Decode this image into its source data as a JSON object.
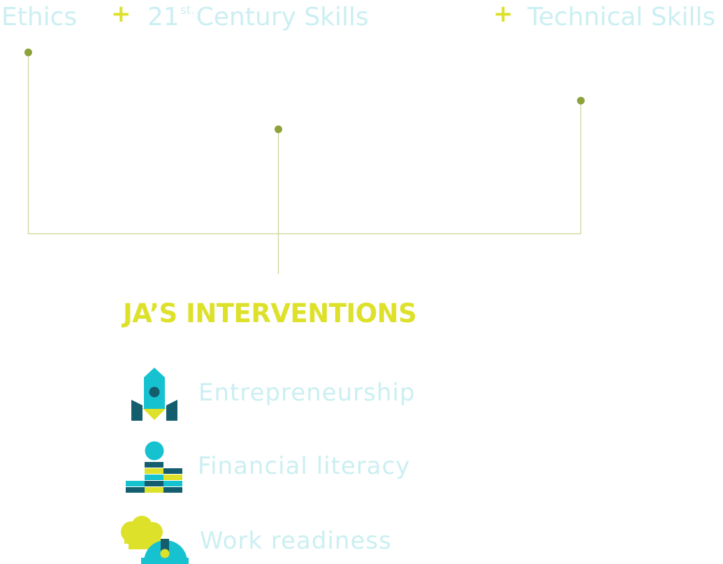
{
  "colors": {
    "pale_teal": "#cbeff2",
    "lime": "#dde12a",
    "olive": "#8da23a",
    "line": "#c9d69a",
    "teal": "#16c1d0",
    "dark_teal": "#135d6e",
    "white": "#ffffff"
  },
  "header": {
    "ethics": "Ethics",
    "plus_1": "+",
    "century_prefix": "21",
    "century_sup": "st.",
    "century_suffix": "Century Skills",
    "plus_2": "+",
    "technical": "Technical Skills"
  },
  "title": "JA’S INTERVENTIONS",
  "interventions": [
    {
      "label": "Entrepreneurship",
      "icon": "rocket-icon"
    },
    {
      "label": "Financial literacy",
      "icon": "coin-stack-icon"
    },
    {
      "label": "Work readiness",
      "icon": "hardhat-chef-icon"
    }
  ]
}
